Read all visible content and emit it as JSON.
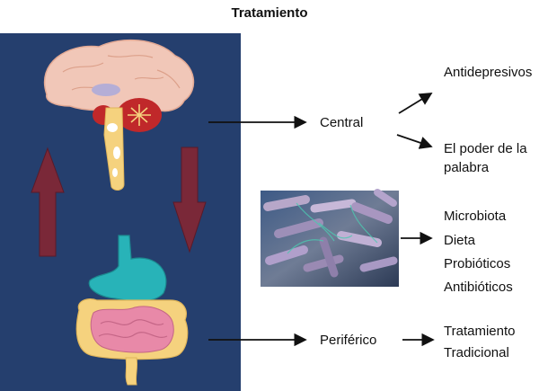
{
  "title": "Tratamiento",
  "central": {
    "label": "Central",
    "options": [
      "Antidepresivos",
      "El poder de la",
      "palabra"
    ]
  },
  "microbiota": {
    "items": [
      "Microbiota",
      "Dieta",
      "Probióticos",
      "Antibióticos"
    ]
  },
  "periferico": {
    "label": "Periférico",
    "options": [
      "Tratamiento",
      "Tradicional"
    ]
  },
  "colors": {
    "panel": "#253f6e",
    "arrow_fill": "#7a2838",
    "brain_pink": "#f1c7b8",
    "cerebellum_red": "#c0282a",
    "brainstem_yellow": "#f5d27e",
    "stomach_teal": "#28b3b8",
    "intestine_pink": "#e889a8"
  },
  "icons": [
    "brain-illustration",
    "digestive-system-illustration",
    "bacteria-micrograph",
    "up-arrow",
    "down-arrow"
  ]
}
